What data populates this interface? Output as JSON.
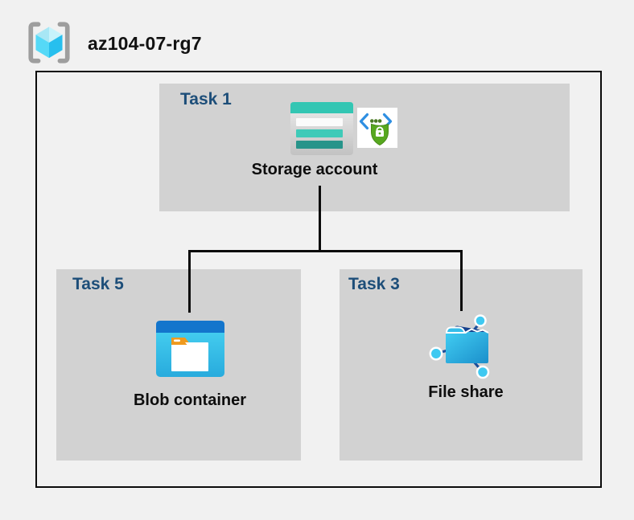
{
  "header": {
    "title": "az104-07-rg7",
    "icon": "resource-group-icon"
  },
  "groups": [
    {
      "id": "task1",
      "label": "Task 1",
      "item": {
        "name": "Storage account",
        "icons": [
          "storage-account-icon",
          "secure-transfer-icon"
        ]
      }
    },
    {
      "id": "task5",
      "label": "Task 5",
      "item": {
        "name": "Blob container",
        "icons": [
          "blob-container-icon"
        ]
      }
    },
    {
      "id": "task3",
      "label": "Task 3",
      "item": {
        "name": "File share",
        "icons": [
          "file-share-icon"
        ]
      }
    }
  ],
  "connections": [
    {
      "from": "Storage account",
      "to": "Blob container"
    },
    {
      "from": "Storage account",
      "to": "File share"
    }
  ],
  "colors": {
    "background": "#f1f1f1",
    "task_box_fill": "#d2d2d2",
    "task_label": "#1d4e79",
    "boundary_border": "#0b0b0b",
    "storage_teal": "#33c6b3",
    "storage_dark_teal": "#27948a",
    "blob_blue": "#1375cc",
    "blob_cyan": "#3ed0f2",
    "folder_tab_orange": "#ef9a1e",
    "shield_green": "#57a81f",
    "code_bracket_blue": "#2e8fe2",
    "file_share_cyan": "#3fc9f1",
    "file_share_navy": "#15418d",
    "cube_cyan": "#55d9f7",
    "bracket_gray": "#9e9e9e"
  }
}
